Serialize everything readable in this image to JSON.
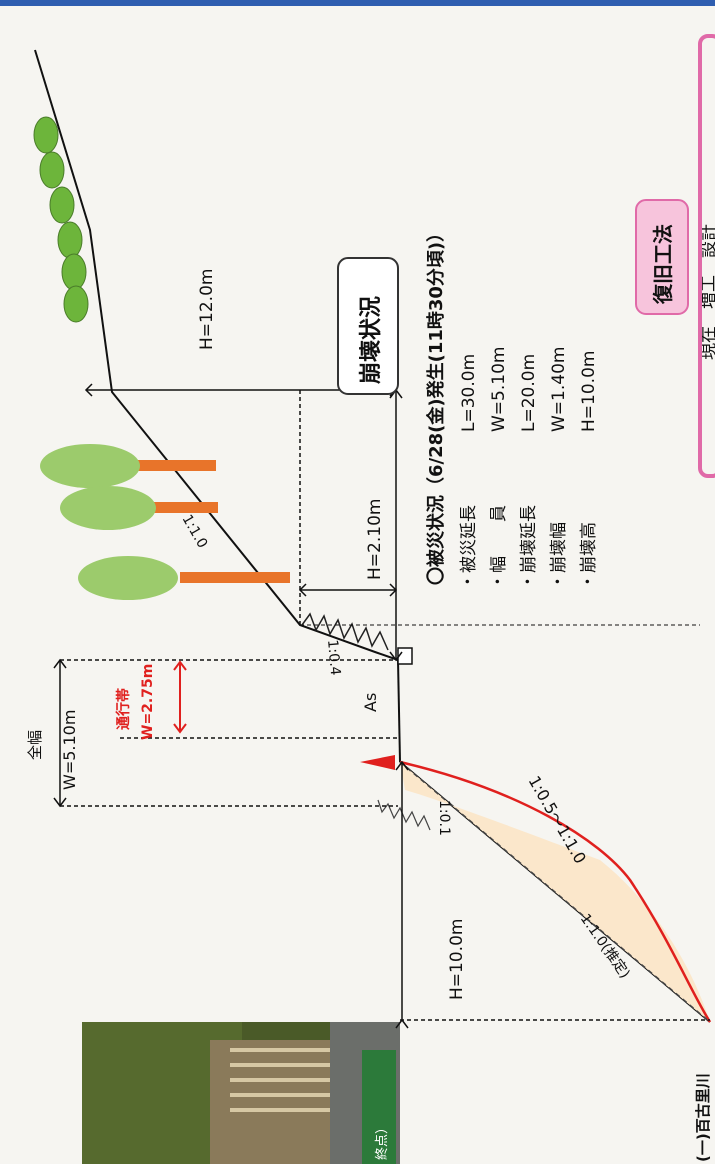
{
  "title_label": "崩壊状況",
  "status_heading": "〇被災状況（6/28(金)発生(11時30分頃)）",
  "details": [
    {
      "label": "・被災延長",
      "value": "L=30.0m"
    },
    {
      "label": "・幅　　員",
      "value": "W=5.10m"
    },
    {
      "label": "・崩壊延長",
      "value": "L=20.0m"
    },
    {
      "label": "・崩壊幅",
      "value": "W=1.40m"
    },
    {
      "label": "・崩壊高",
      "value": "H=10.0m"
    }
  ],
  "restoration_label": "復旧工法",
  "restoration_partial": "現在　増工　設計",
  "dims": {
    "h_upper": "H=12.0m",
    "h_mid": "H=2.10m",
    "h_lower": "H=10.0m",
    "full_width_title": "全幅",
    "full_width": "W=5.10m",
    "lane_title": "通行帯",
    "lane_width": "W=2.75m"
  },
  "slope_labels": {
    "upper": "1:1.0",
    "retaining": "1:0.4",
    "road_edge": "1:0.1",
    "collapse": "1:0.5〜1:1.0",
    "original": "1:1.0(推定)"
  },
  "surface_label": "As",
  "river_label": "(一)百古里川",
  "photo_label": "終点）",
  "colors": {
    "accent_red": "#e0201e",
    "frame_blue": "#2f5eb0",
    "collapse_fill": "#fbe7cb",
    "tree_green": "#9ccb6c",
    "trunk_orange": "#e8742a",
    "pink_frame": "#e06aa8"
  }
}
